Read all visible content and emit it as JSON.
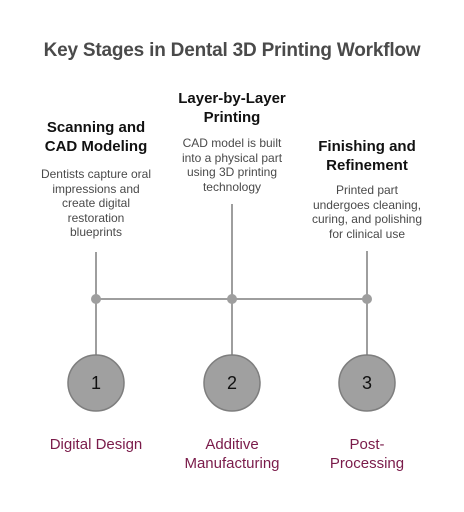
{
  "title": "Key Stages in Dental 3D Printing Workflow",
  "colors": {
    "line": "#9e9e9e",
    "circle_fill": "#a0a0a0",
    "circle_stroke": "#7e7e7e",
    "dot": "#9e9e9e",
    "label": "#7a1b4a"
  },
  "stages": [
    {
      "number": "1",
      "title_lines": [
        "Scanning and",
        "CAD Modeling"
      ],
      "desc_lines": [
        "Dentists capture oral",
        "impressions and",
        "create digital",
        "restoration",
        "blueprints"
      ],
      "label_lines": [
        "Digital Design"
      ]
    },
    {
      "number": "2",
      "title_lines": [
        "Layer-by-Layer",
        "Printing"
      ],
      "desc_lines": [
        "CAD model is built",
        "into a physical part",
        "using 3D printing",
        "technology"
      ],
      "label_lines": [
        "Additive",
        "Manufacturing"
      ]
    },
    {
      "number": "3",
      "title_lines": [
        "Finishing and",
        "Refinement"
      ],
      "desc_lines": [
        "Printed part",
        "undergoes cleaning,",
        "curing, and polishing",
        "for clinical use"
      ],
      "label_lines": [
        "Post-",
        "Processing"
      ]
    }
  ]
}
